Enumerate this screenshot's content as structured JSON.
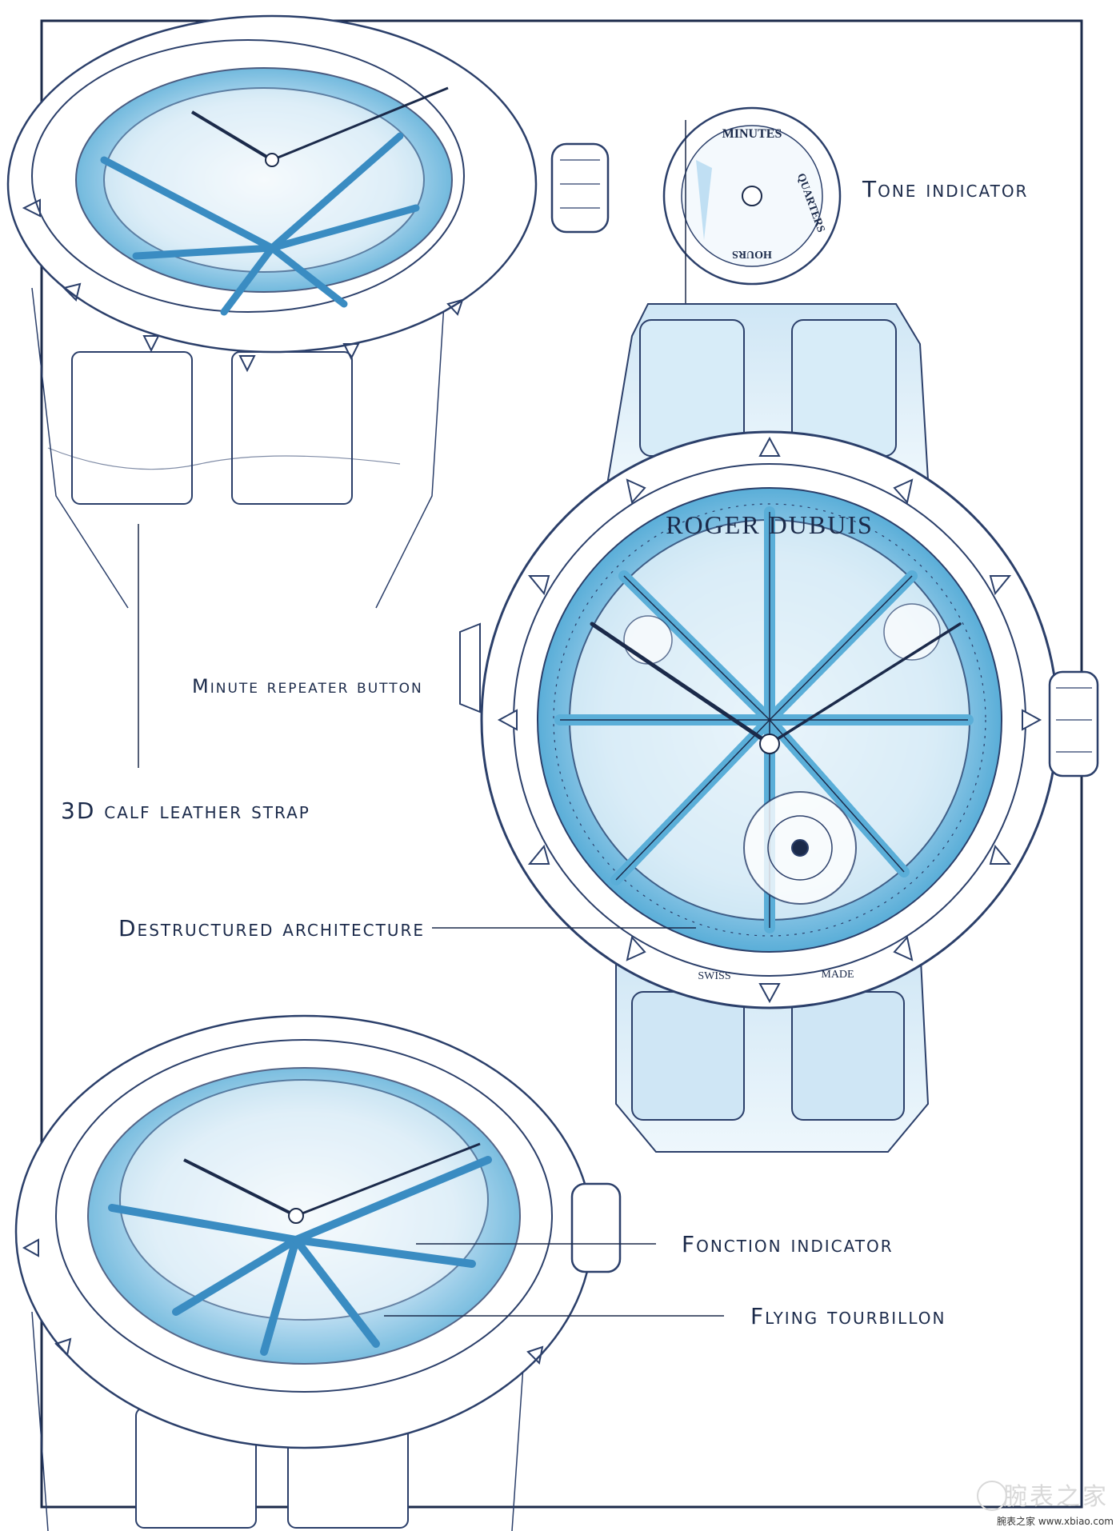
{
  "annotations": {
    "tone_indicator": "Tone indicator",
    "minute_repeater_button": "Minute repeater button",
    "strap": "3D calf leather strap",
    "architecture": "Destructured architecture",
    "function_indicator": "Fonction indicator",
    "tourbillon": "Flying tourbillon"
  },
  "tone_dial": {
    "top": "MINUTES",
    "right": "QUARTERS",
    "bottom": "HOURS"
  },
  "watch_face": {
    "brand": "ROGER DUBUIS",
    "swiss": "SWISS",
    "made": "MADE"
  },
  "watermark": {
    "text": "腕表之家",
    "footer": "腕表之家 www.xbiao.com"
  },
  "colors": {
    "ink": "#1b2a4a",
    "accent": "#5aaed8",
    "accent_light": "#c9e4f4",
    "paper": "#ffffff"
  }
}
